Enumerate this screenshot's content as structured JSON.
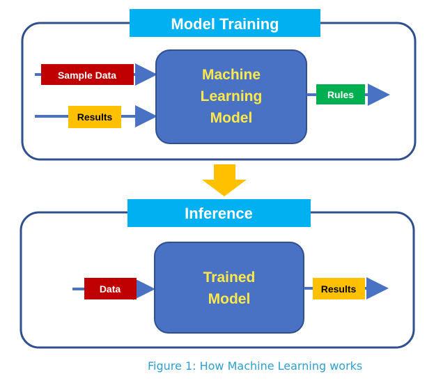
{
  "colors": {
    "frame": "#2f4f8f",
    "model_fill": "#4a72c4",
    "model_text": "#ffe94a",
    "title_bar": "#00b0f0",
    "arrow": "#4a72c4",
    "down_arrow": "#ffc000",
    "red_label": "#c00000",
    "yellow_label": "#ffc000",
    "green_label": "#00b050"
  },
  "training": {
    "title": "Model Training",
    "inputs": {
      "sample_data": "Sample Data",
      "results": "Results"
    },
    "model": {
      "line1": "Machine",
      "line2": "Learning",
      "line3": "Model"
    },
    "output": "Rules"
  },
  "inference": {
    "title": "Inference",
    "input": "Data",
    "model": {
      "line1": "Trained",
      "line2": "Model"
    },
    "output": "Results"
  },
  "caption": "Figure 1: How Machine Learning works"
}
